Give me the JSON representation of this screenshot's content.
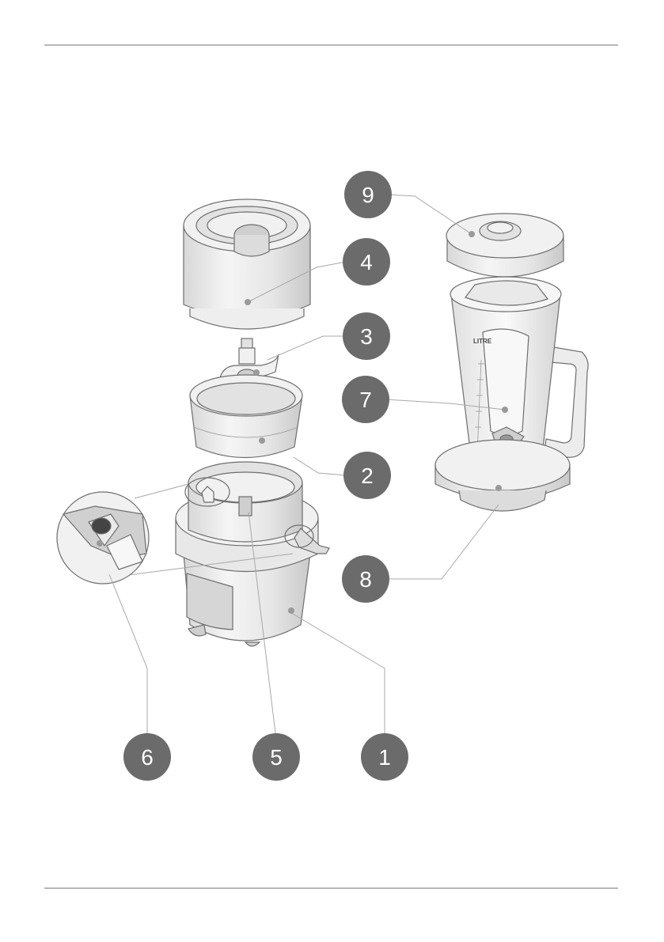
{
  "callouts": [
    "1",
    "2",
    "3",
    "4",
    "5",
    "6",
    "7",
    "8",
    "9"
  ],
  "jug_scale": {
    "unit_label": "LITRE"
  },
  "colors": {
    "callout_fill": "#6b6b6b",
    "callout_text": "#ffffff",
    "rule_line": "#6f6f6f",
    "leader_line": "#a8a8a8"
  }
}
